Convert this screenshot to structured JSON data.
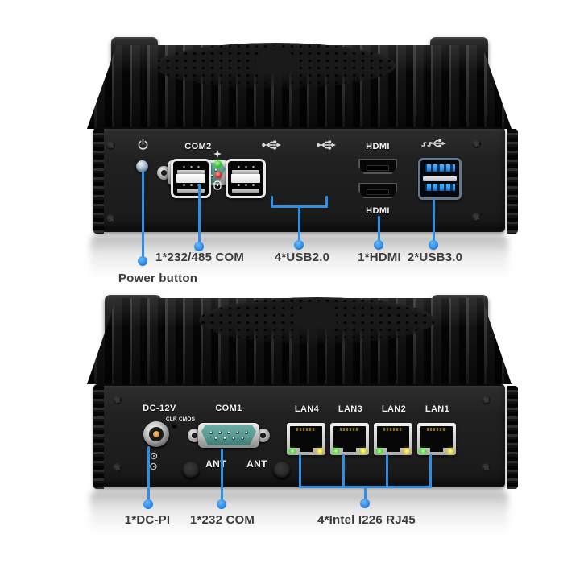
{
  "colors": {
    "callout_blue": "#2e8ee4",
    "label_text": "#3c3c3c",
    "port_label": "#f2f2f2",
    "led_green": "#3ecb2e",
    "led_red": "#e3281e",
    "rj45_green": "#57e03a",
    "rj45_yellow": "#ecd92b",
    "db9_teal": "#569a92",
    "usb3_blue": "#2f97ef",
    "dc_pin_orange": "#dd9a35",
    "case": "#1e1e1e",
    "panel": "#232323"
  },
  "front": {
    "ports": {
      "com2_label": "COM2",
      "hdmi_label_top": "HDMI",
      "hdmi_label_bottom": "HDMI"
    },
    "icons": [
      "power-icon",
      "usb-icon",
      "status-star-icon",
      "hdd-activity-icon",
      "usb3-ss-icon"
    ],
    "callouts": {
      "power": "Power button",
      "com": "1*232/485 COM",
      "usb2": "4*USB2.0",
      "hdmi": "1*HDMI",
      "usb3": "2*USB3.0"
    }
  },
  "rear": {
    "ports": {
      "dc_label": "DC-12V",
      "clr_cmos_label": "CLR CMOS",
      "com1_label": "COM1",
      "ant_left_label": "ANT",
      "ant_right_label": "ANT",
      "lan_labels": [
        "LAN4",
        "LAN3",
        "LAN2",
        "LAN1"
      ]
    },
    "icons": [
      "dc-polarity-icon"
    ],
    "callouts": {
      "dc": "1*DC-PI",
      "com": "1*232 COM",
      "lan": "4*Intel I226 RJ45"
    }
  }
}
